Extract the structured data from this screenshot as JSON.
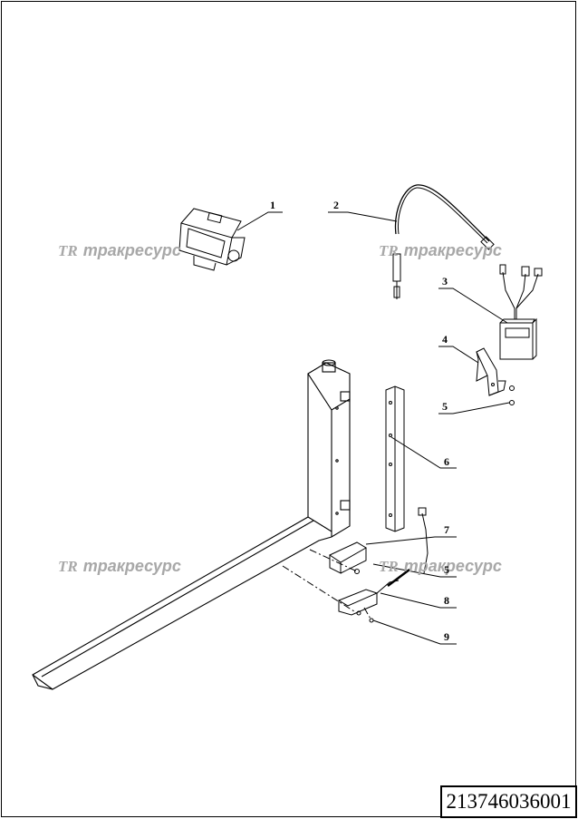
{
  "drawing_code": "213746036001",
  "watermark": {
    "logo": "TR",
    "text": "тракресурс"
  },
  "callouts": [
    "1",
    "2",
    "3",
    "4",
    "5",
    "6",
    "7",
    "5",
    "8",
    "9"
  ]
}
